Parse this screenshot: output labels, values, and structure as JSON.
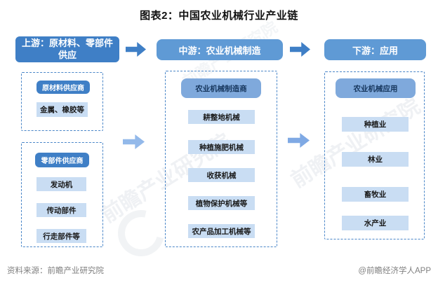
{
  "title": "图表2：中国农业机械行业产业链",
  "colors": {
    "stage_dark_blue": "#3f7fc6",
    "stage_mid_blue": "#5f9ad5",
    "button_light_blue": "#7fa9dc",
    "item_bar_blue": "#c9ddf3",
    "dashed_border": "#4a86c8",
    "arrow_light": "#93b9ea",
    "footer_gray": "#7f7f7f"
  },
  "columns": {
    "upstream": {
      "header": "上游：原材料、零部件供应",
      "groups": [
        {
          "label": "原材料供应商",
          "items": [
            "金属、橡胶等"
          ]
        },
        {
          "label": "零部件供应商",
          "items": [
            "发动机",
            "传动部件",
            "行走部件等"
          ]
        }
      ]
    },
    "midstream": {
      "header": "中游：农业机械制造",
      "groups": [
        {
          "label": "农业机械制造商",
          "items": [
            "耕整地机械",
            "种植施肥机械",
            "收获机械",
            "植物保护机械等",
            "农产品加工机械等"
          ]
        }
      ]
    },
    "downstream": {
      "header": "下游：应用",
      "groups": [
        {
          "label": "农业机械应用",
          "items": [
            "种植业",
            "林业",
            "畜牧业",
            "水产业"
          ]
        }
      ]
    }
  },
  "footer": {
    "source": "资料来源：前瞻产业研究院",
    "credit": "@前瞻经济学人APP"
  },
  "watermark": {
    "text": "前瞻产业研究院"
  }
}
